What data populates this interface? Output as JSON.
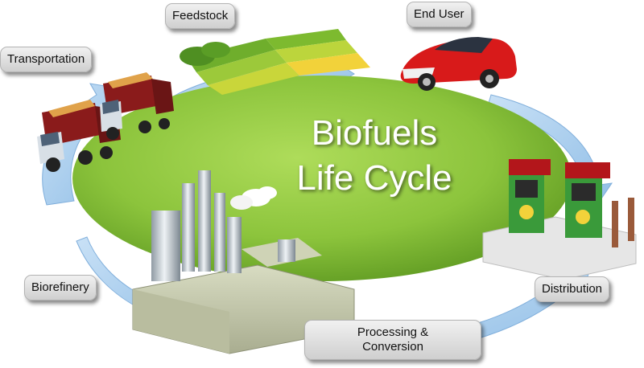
{
  "diagram": {
    "title_line1": "Biofuels",
    "title_line2": "Life Cycle",
    "stages": {
      "feedstock": "Feedstock",
      "end_user": "End User",
      "transportation": "Transportation",
      "biorefinery": "Biorefinery",
      "processing_line1": "Processing &",
      "processing_line2": "Conversion",
      "distribution": "Distribution"
    }
  },
  "colors": {
    "field_green": "#8cc43c",
    "cycle_arrow_blue": "#a9cdec",
    "car_red": "#d81a1a",
    "truck_red": "#8a1b1b",
    "pump_red": "#b3161b",
    "pump_green": "#3a9a3a",
    "crop_yellow": "#f2d23a"
  }
}
